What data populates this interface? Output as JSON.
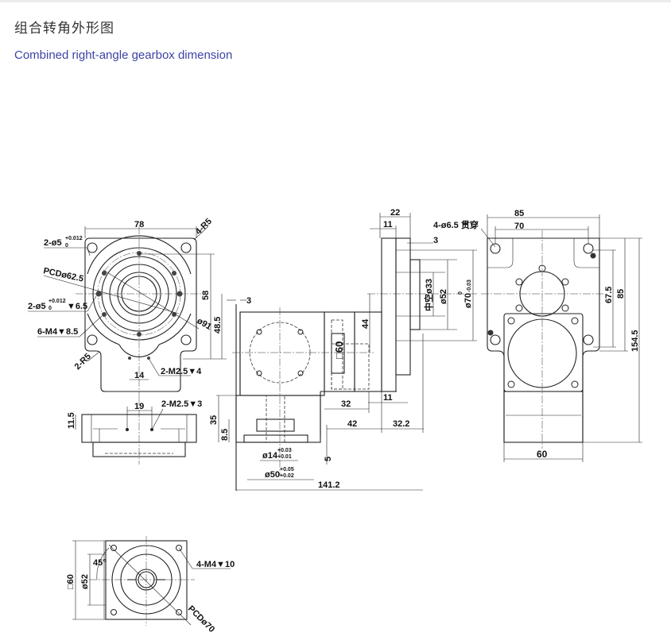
{
  "header": {
    "title": "组合转角外形图",
    "subtitle": "Combined right-angle gearbox dimension"
  },
  "colors": {
    "subtitle": "#3d43a6",
    "title": "#333333",
    "lines": "#222222"
  },
  "front_view": {
    "width": "78",
    "corner_radius": "4-R5",
    "pin_hole_1": "2-ø5",
    "pin_hole_1_tol_upper": "+0.012",
    "pin_hole_1_tol_lower": "0",
    "pcd": "PCDø62.5",
    "pin_hole_2": "2-ø5",
    "pin_hole_2_tol_upper": "+0.012",
    "pin_hole_2_tol_lower": "0",
    "pin_hole_2_depth": "▼6.5",
    "tapped_holes": "6-M4▼8.5",
    "outer_dia": "ø91",
    "height_58": "58",
    "height_48_5": "48.5",
    "tab_radius": "2-R5",
    "tab_hole_spacing": "14",
    "tab_holes": "2-M2.5▼4"
  },
  "bottom_view": {
    "hole_spacing": "19",
    "holes": "2-M2.5▼3",
    "thickness": "11.5"
  },
  "side_view": {
    "offset_3": "3",
    "height_35": "35",
    "height_8_5": "8.5",
    "square_60": "□60",
    "height_44": "44",
    "width_22": "22",
    "width_11_top": "11",
    "offset_3_right": "3",
    "hollow": "中空ø33",
    "dia_52": "ø52",
    "dia_70": "ø70",
    "dia_70_tol_upper": "0",
    "dia_70_tol_lower": "-0.03",
    "width_32": "32",
    "width_11_bottom": "11",
    "width_42": "42",
    "width_32_2": "32.2",
    "depth_5": "5",
    "shaft_dia": "ø14",
    "shaft_tol_upper": "+0.03",
    "shaft_tol_lower": "+0.01",
    "pilot_dia": "ø50",
    "pilot_tol_upper": "+0.05",
    "pilot_tol_lower": "+0.02",
    "total_length": "141.2"
  },
  "end_view": {
    "through_holes": "4-ø6.5 贯穿",
    "width_85": "85",
    "width_70": "70",
    "height_67_5": "67.5",
    "height_85": "85",
    "height_154_5": "154.5",
    "motor_width": "60"
  },
  "input_flange_view": {
    "square": "□60",
    "dia_52": "ø52",
    "angle": "45°",
    "tapped_holes": "4-M4▼10",
    "pcd": "PCDø70"
  }
}
